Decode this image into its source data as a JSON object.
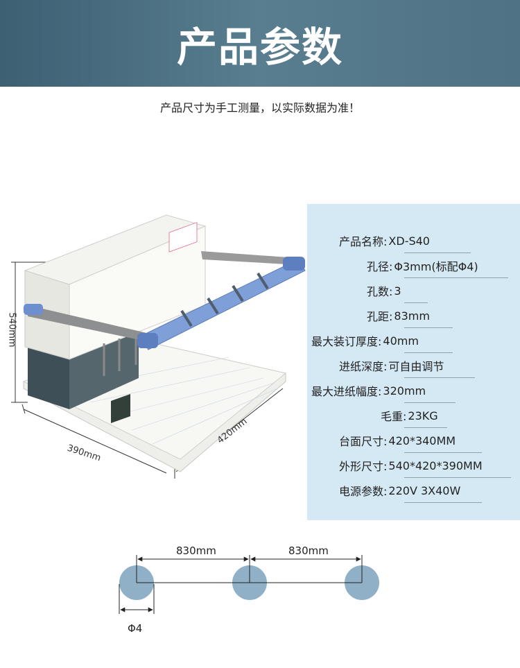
{
  "header": {
    "title": "产品参数"
  },
  "subtitle": "产品尺寸为手工测量，以实际数据为准！",
  "product": {
    "dim_height": "540mm",
    "dim_width": "390mm",
    "dim_depth": "420mm"
  },
  "specs": [
    {
      "label": "产品名称:",
      "value": "XD-S40"
    },
    {
      "label": "孔径:",
      "value": "Φ3mm(标配Φ4)"
    },
    {
      "label": "孔数:",
      "value": "3"
    },
    {
      "label": "孔距:",
      "value": "83mm"
    },
    {
      "label": "最大装订厚度:",
      "value": "40mm"
    },
    {
      "label": "进纸深度:",
      "value": "可自由调节"
    },
    {
      "label": "最大进纸幅度:",
      "value": "320mm"
    },
    {
      "label": "毛重:",
      "value": "23KG"
    },
    {
      "label": "台面尺寸:",
      "value": "420*340MM"
    },
    {
      "label": "外形尺寸:",
      "value": "540*420*390MM"
    },
    {
      "label": "电源参数:",
      "value": "220V 3X40W"
    }
  ],
  "holes": {
    "spacing_1": "830mm",
    "spacing_2": "830mm",
    "diameter": "Φ4"
  },
  "colors": {
    "header_bg": "#4f7284",
    "panel_bg": "#d5e9f4",
    "hole": "#8fb0c6"
  }
}
